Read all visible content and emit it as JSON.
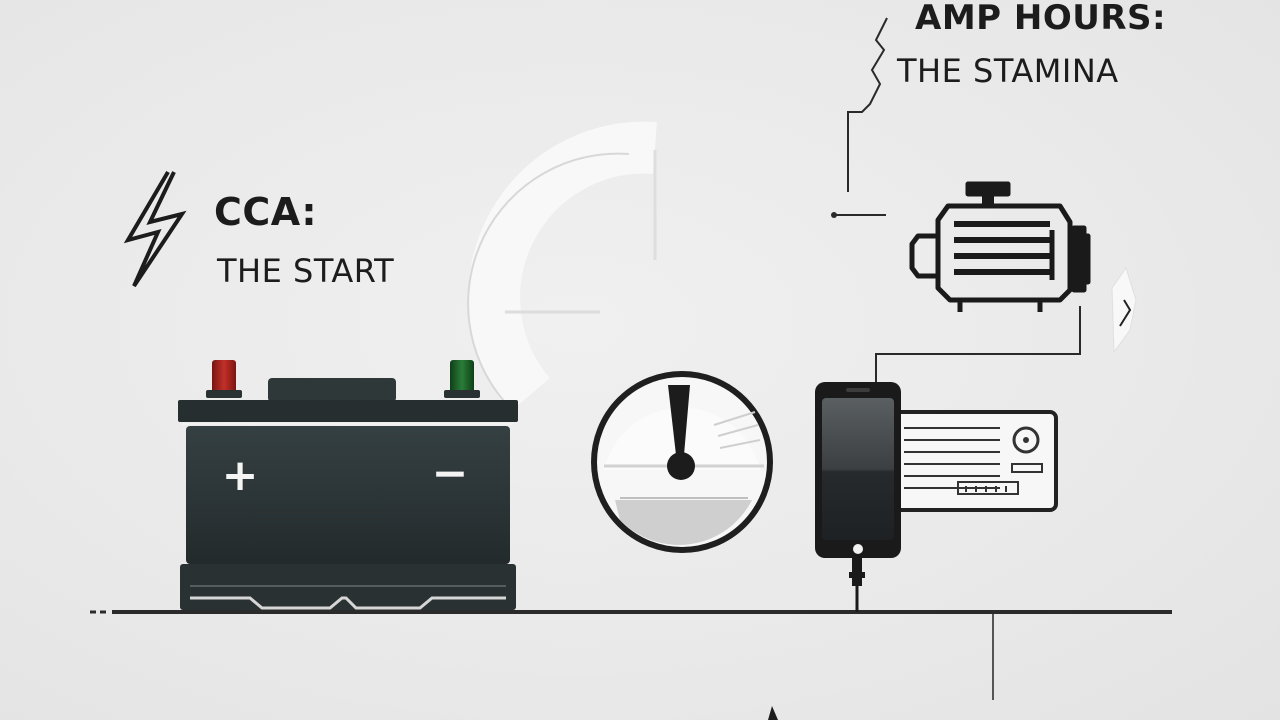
{
  "labels": {
    "cca_title": "CCA:",
    "cca_subtitle": "THE START",
    "amp_title": "AMP HOURS:",
    "amp_subtitle": "THE STAMINA"
  },
  "icons": [
    "lightning-bolt-icon",
    "car-battery-icon",
    "gauge-icon",
    "engine-icon",
    "smartphone-icon",
    "car-radio-icon"
  ],
  "battery": {
    "positive_symbol": "+",
    "negative_symbol": "−"
  },
  "colors": {
    "background": "#ebebeb",
    "ink": "#1c1c1c",
    "battery_body": "#2b3335",
    "positive_terminal": "#b3261e",
    "negative_terminal": "#1f6b2c"
  }
}
